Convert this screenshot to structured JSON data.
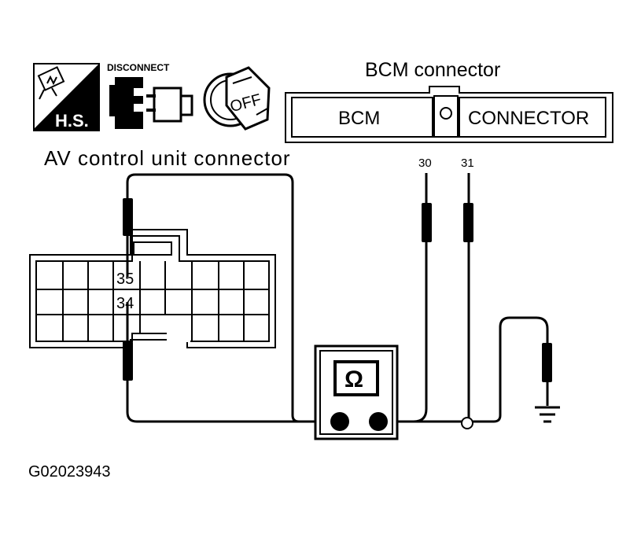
{
  "icons": {
    "harness_label": "H.S.",
    "disconnect_label": "DISCONNECT",
    "ignition_label": "OFF",
    "harness_icon": "harness-connector-icon",
    "disconnect_icon": "disconnect-connector-icon",
    "ignition_icon": "ignition-key-off-icon"
  },
  "bcm": {
    "title": "BCM connector",
    "left_label": "BCM",
    "right_label": "CONNECTOR",
    "terminal_a": "30",
    "terminal_b": "31"
  },
  "av_unit": {
    "title": "AV control unit connector",
    "terminal_top": "35",
    "terminal_bottom": "34"
  },
  "meter": {
    "symbol": "Ω",
    "icon": "ohmmeter-icon"
  },
  "ground": {
    "icon": "ground-symbol-icon"
  },
  "figure_id": "G02023943"
}
